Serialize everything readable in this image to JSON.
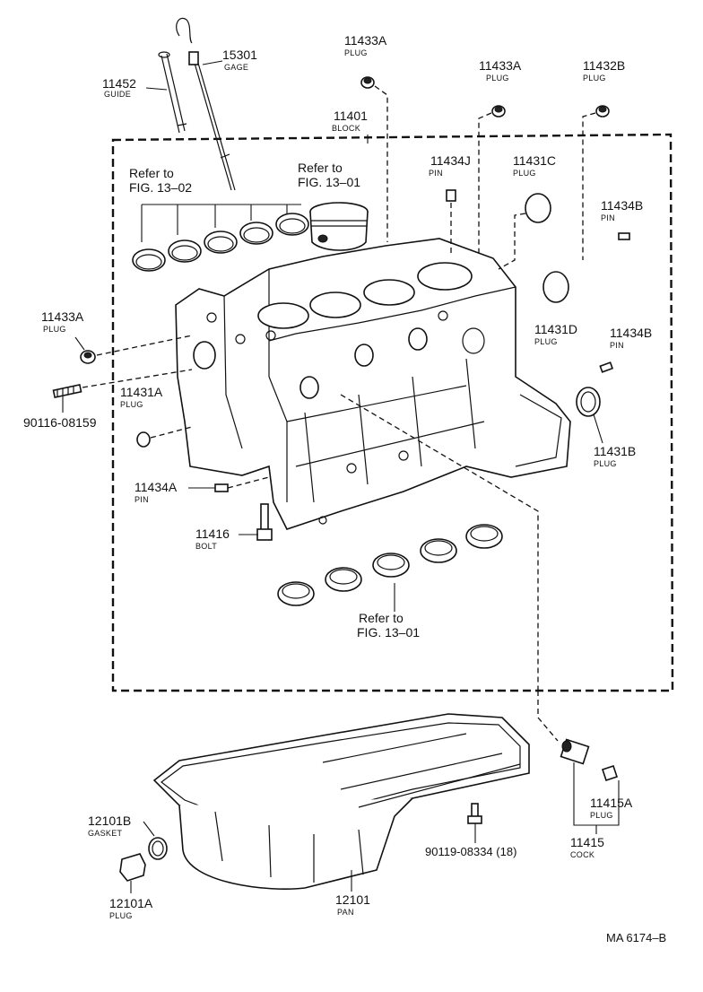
{
  "parts": [
    {
      "id": "p15301",
      "number": "15301",
      "name": "GAGE"
    },
    {
      "id": "p11452",
      "number": "11452",
      "name": "GUIDE"
    },
    {
      "id": "p11433a_top",
      "number": "11433A",
      "name": "PLUG"
    },
    {
      "id": "p11433a_mid",
      "number": "11433A",
      "name": "PLUG"
    },
    {
      "id": "p11432b",
      "number": "11432B",
      "name": "PLUG"
    },
    {
      "id": "p11401",
      "number": "11401",
      "name": "BLOCK"
    },
    {
      "id": "p11434j",
      "number": "11434J",
      "name": "PIN"
    },
    {
      "id": "p11431c",
      "number": "11431C",
      "name": "PLUG"
    },
    {
      "id": "p11434b_top",
      "number": "11434B",
      "name": "PIN"
    },
    {
      "id": "p11433a_left",
      "number": "11433A",
      "name": "PLUG"
    },
    {
      "id": "p11431d",
      "number": "11431D",
      "name": "PLUG"
    },
    {
      "id": "p11434b_mid",
      "number": "11434B",
      "name": "PIN"
    },
    {
      "id": "p90116",
      "number": "90116-08159",
      "name": ""
    },
    {
      "id": "p11431a",
      "number": "11431A",
      "name": "PLUG"
    },
    {
      "id": "p11431b",
      "number": "11431B",
      "name": "PLUG"
    },
    {
      "id": "p11434a",
      "number": "11434A",
      "name": "PIN"
    },
    {
      "id": "p11416",
      "number": "11416",
      "name": "BOLT"
    },
    {
      "id": "p12101b",
      "number": "12101B",
      "name": "GASKET"
    },
    {
      "id": "p90119",
      "number": "90119-08334 (18)",
      "name": ""
    },
    {
      "id": "p11415a",
      "number": "11415A",
      "name": "PLUG"
    },
    {
      "id": "p11415",
      "number": "11415",
      "name": "COCK"
    },
    {
      "id": "p12101a",
      "number": "12101A",
      "name": "PLUG"
    },
    {
      "id": "p12101",
      "number": "12101",
      "name": "PAN"
    }
  ],
  "references": [
    {
      "id": "ref1302",
      "line1": "Refer to",
      "line2": "FIG. 13–02"
    },
    {
      "id": "ref1301a",
      "line1": "Refer to",
      "line2": "FIG. 13–01"
    },
    {
      "id": "ref1301b",
      "line1": "Refer to",
      "line2": "FIG. 13–01"
    }
  ],
  "diagram_code": "MA 6174–B"
}
